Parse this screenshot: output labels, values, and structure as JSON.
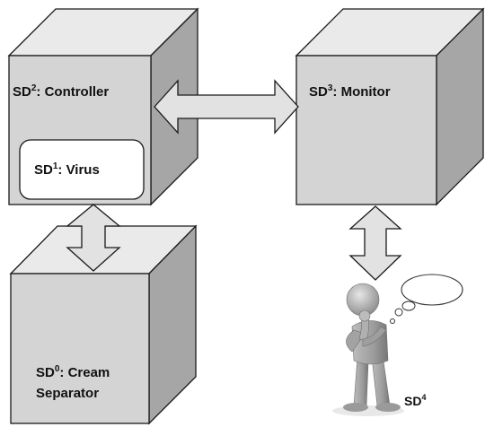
{
  "nodes": {
    "controller": {
      "prefix": "SD",
      "sup": "2",
      "text": ":  Controller"
    },
    "virus": {
      "prefix": "SD",
      "sup": "1",
      "text": ":  Virus"
    },
    "monitor": {
      "prefix": "SD",
      "sup": "3",
      "text": ":  Monitor"
    },
    "separator": {
      "prefix": "SD",
      "sup": "0",
      "line1": ":  Cream",
      "line2": "Separator"
    },
    "human": {
      "prefix": "SD",
      "sup": "4"
    }
  },
  "icons": {
    "human": "thinking-person-icon",
    "thought": "thought-bubble-icon"
  },
  "colors": {
    "cube_front": "#d4d4d4",
    "cube_top": "#eaeaea",
    "cube_side": "#a6a6a6",
    "arrow_fill": "#e2e2e2",
    "stroke": "#1a1a1a"
  }
}
